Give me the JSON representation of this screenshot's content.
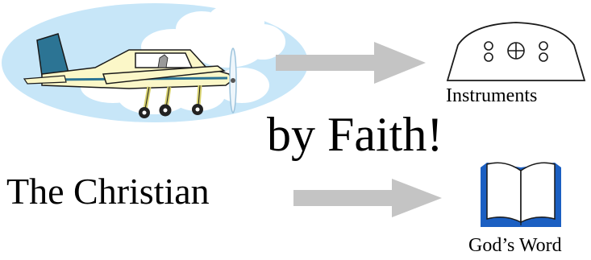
{
  "labels": {
    "instruments": "Instruments",
    "faith": "by Faith!",
    "christian": "The Christian",
    "gods_word": "God’s Word"
  },
  "icons": {
    "airplane": "airplane-icon",
    "instrument_panel": "instrument-panel-icon",
    "bible": "open-book-icon",
    "arrows": "arrow-right-icon"
  },
  "colors": {
    "sky_oval": "#c7e6f8",
    "cloud": "#ffffff",
    "plane_body": "#fbf7c8",
    "plane_tail": "#2c7494",
    "arrow": "#c4c4c4",
    "book_cover": "#1b5fc2",
    "text": "#000000"
  }
}
